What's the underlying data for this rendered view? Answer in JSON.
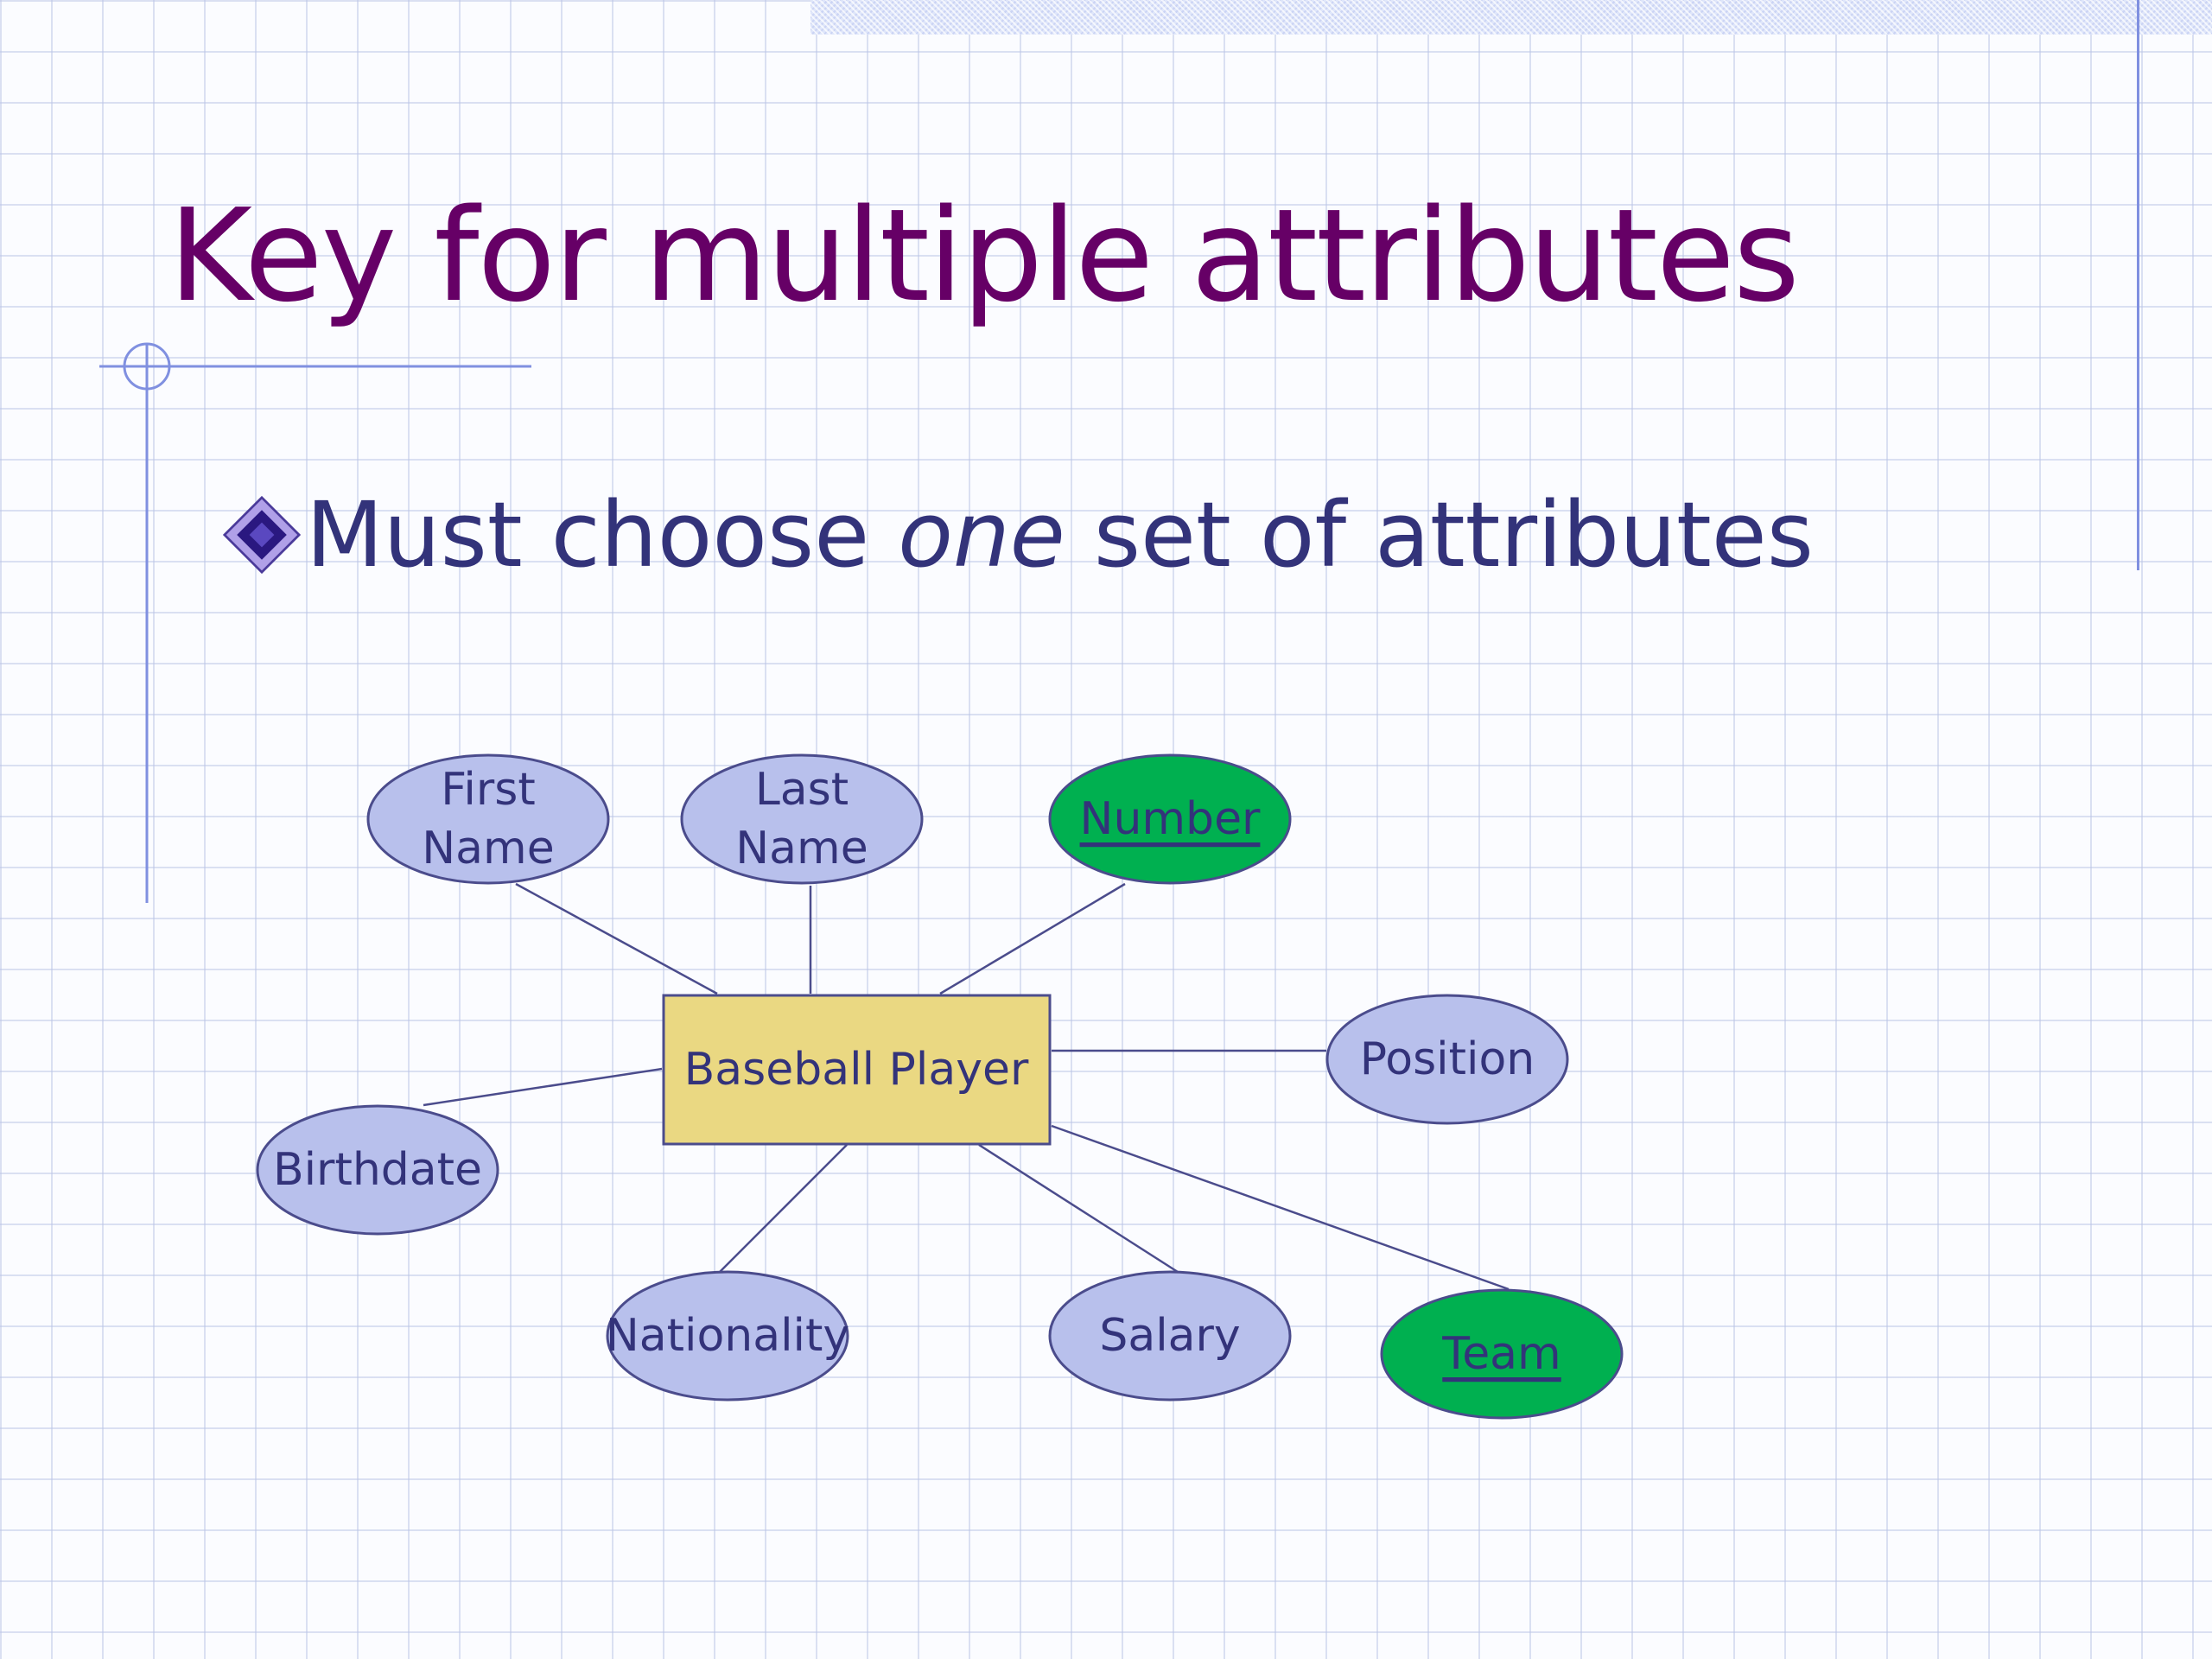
{
  "slide": {
    "title": "Key for multiple attributes",
    "bullet": {
      "before": "Must choose ",
      "emphasis": "one",
      "after": " set of attributes"
    }
  },
  "diagram": {
    "entity": {
      "label": "Baseball Player"
    },
    "attributes": [
      {
        "id": "first-name",
        "label_lines": [
          "First",
          "Name"
        ],
        "key": false
      },
      {
        "id": "last-name",
        "label_lines": [
          "Last",
          "Name"
        ],
        "key": false
      },
      {
        "id": "number",
        "label_lines": [
          "Number"
        ],
        "key": true
      },
      {
        "id": "position",
        "label_lines": [
          "Position"
        ],
        "key": false
      },
      {
        "id": "birthdate",
        "label_lines": [
          "Birthdate"
        ],
        "key": false
      },
      {
        "id": "nationality",
        "label_lines": [
          "Nationality"
        ],
        "key": false
      },
      {
        "id": "salary",
        "label_lines": [
          "Salary"
        ],
        "key": false
      },
      {
        "id": "team",
        "label_lines": [
          "Team"
        ],
        "key": true
      }
    ]
  },
  "colors": {
    "title": "#660066",
    "body_text": "#33337a",
    "attribute_fill": "#b8c0ec",
    "key_attribute_fill": "#00b050",
    "entity_fill": "#ead882",
    "outline": "#4b4c8c",
    "decor_line": "#8090e0"
  },
  "icons": {
    "bullet": "diamond-bullet-icon",
    "corner": "crosshair-icon"
  }
}
